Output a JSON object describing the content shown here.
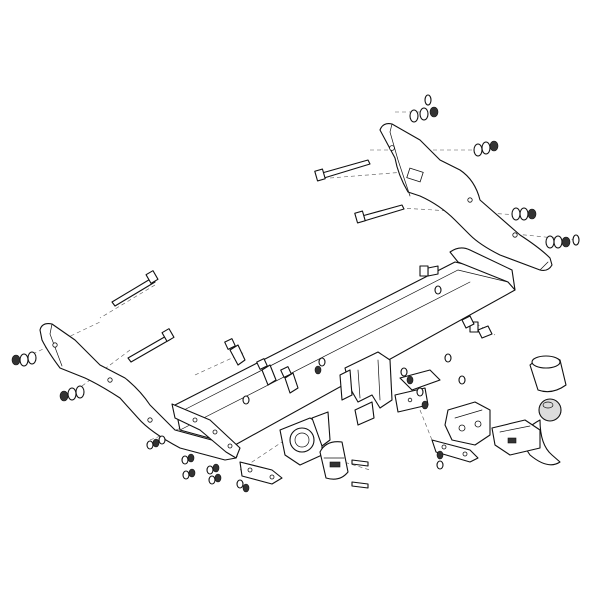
{
  "colors": {
    "line": "#111111",
    "dash": "#555555",
    "background": "#ffffff",
    "shade": "#cfcfcf"
  },
  "fastener_groups": [
    {
      "kind": "nut-washer-stack",
      "count": 3
    },
    {
      "kind": "nut-washer-stack",
      "count": 3
    },
    {
      "kind": "nut-washer-stack",
      "count": 3
    },
    {
      "kind": "nut-washer-stack",
      "count": 3
    },
    {
      "kind": "nut-washer-stack",
      "count": 3
    },
    {
      "kind": "nut-washer-stack",
      "count": 3
    }
  ]
}
